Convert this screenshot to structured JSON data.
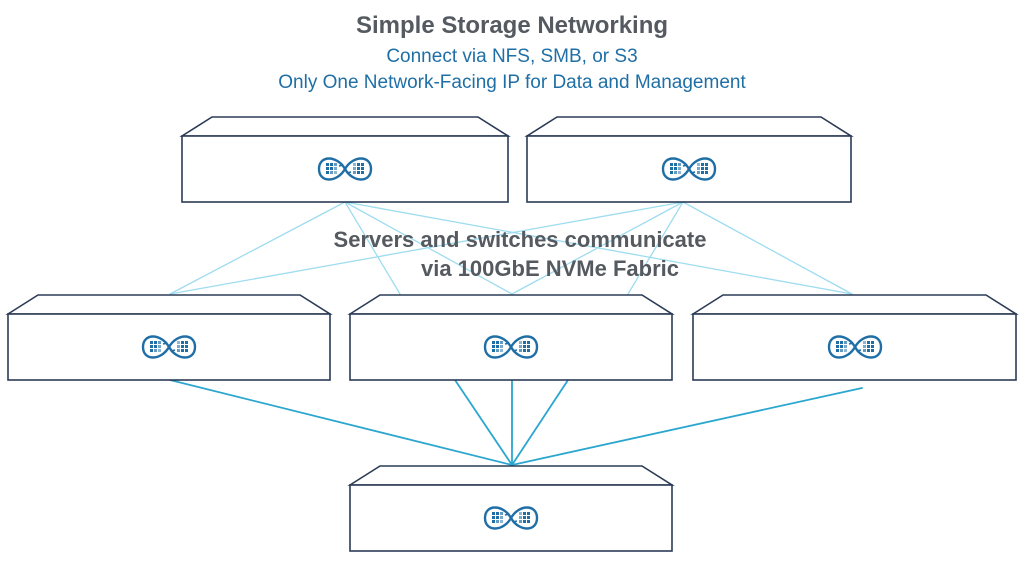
{
  "header": {
    "title": "Simple Storage Networking",
    "subtitle_1": "Connect via NFS, SMB, or S3",
    "subtitle_2": "Only One Network-Facing IP for Data and Management"
  },
  "center_label": {
    "line_1": "Servers and switches communicate",
    "line_2": "via 100GbE NVMe Fabric"
  },
  "colors": {
    "title": "#555a60",
    "subtitle": "#1f6fa6",
    "line": "#2aa6cf",
    "box_stroke": "#2b3b55",
    "icon": "#1f6fa6"
  },
  "nodes": [
    {
      "id": "switch-left",
      "role": "switch",
      "icon": "infinity-data-icon"
    },
    {
      "id": "switch-right",
      "role": "switch",
      "icon": "infinity-data-icon"
    },
    {
      "id": "server-left",
      "role": "server",
      "icon": "infinity-data-icon"
    },
    {
      "id": "server-center",
      "role": "server",
      "icon": "infinity-data-icon"
    },
    {
      "id": "server-right",
      "role": "server",
      "icon": "infinity-data-icon"
    },
    {
      "id": "server-bottom",
      "role": "server",
      "icon": "infinity-data-icon"
    }
  ]
}
